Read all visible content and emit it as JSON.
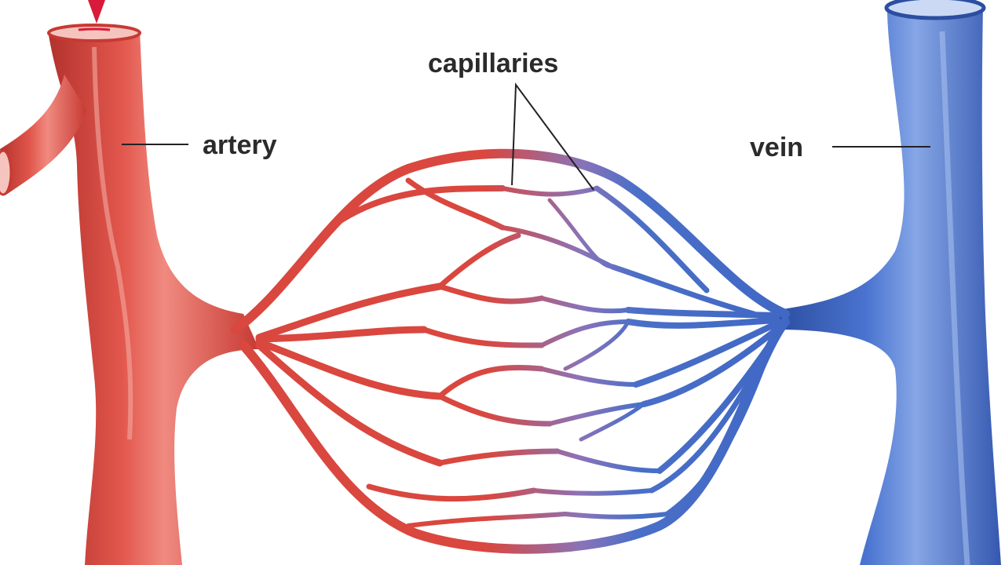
{
  "labels": {
    "capillaries": "capillaries",
    "artery": "artery",
    "vein": "vein"
  },
  "colors": {
    "artery": "#d9473f",
    "artery_dark": "#b3322d",
    "artery_highlight": "#f08a80",
    "vein": "#3f67c4",
    "vein_dark": "#2c4ea0",
    "vein_highlight": "#86a6e6",
    "arrow": "#d81b3a",
    "label_text": "#2b2b2b",
    "background": "#ffffff"
  },
  "icons": {
    "flow_indicator": "down-arrow-icon"
  }
}
